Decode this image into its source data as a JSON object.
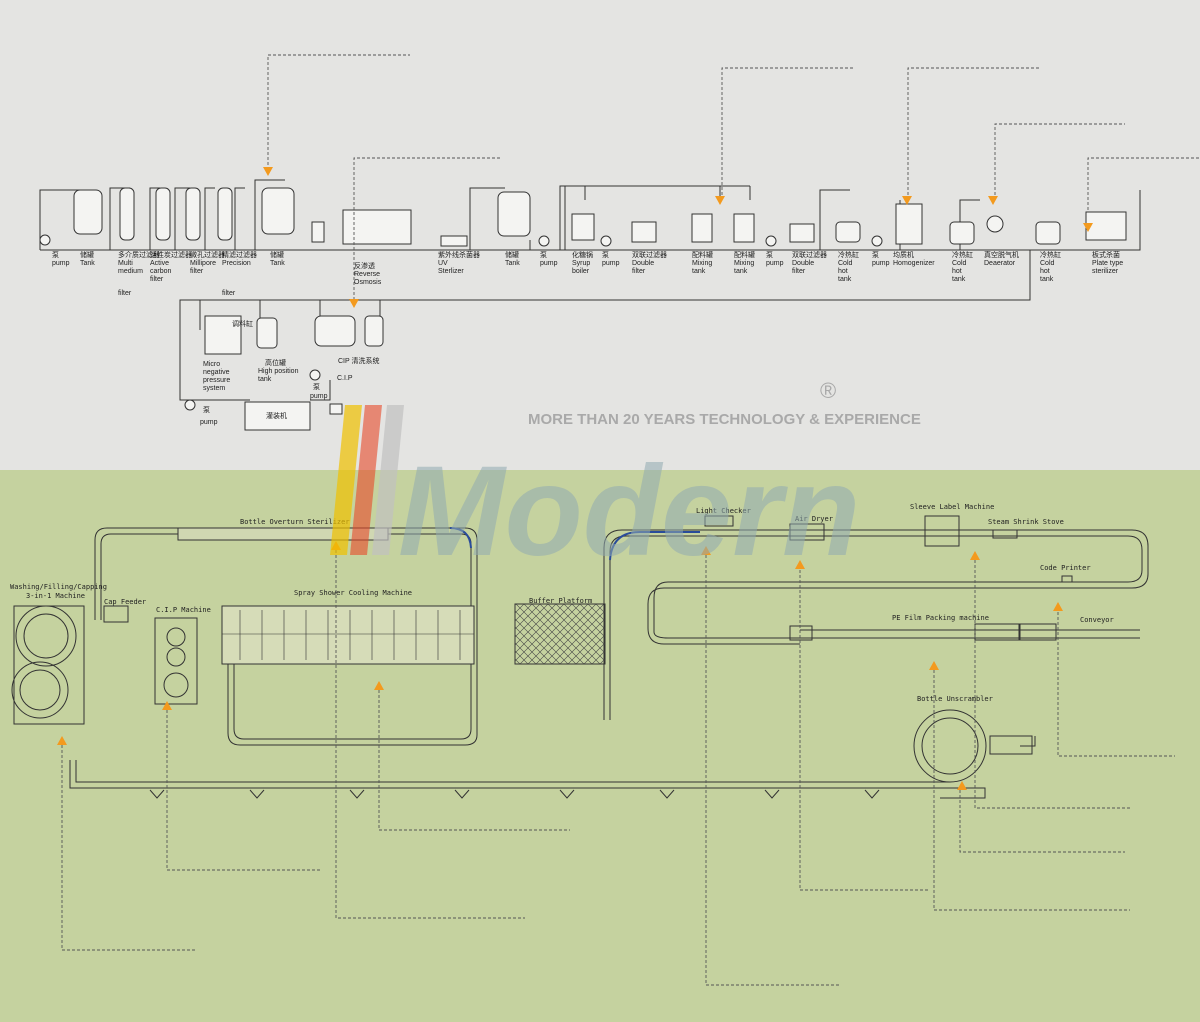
{
  "top_equipment": [
    {
      "id": "pump1",
      "lines": [
        "泵",
        "pump"
      ]
    },
    {
      "id": "tank1",
      "lines": [
        "储罐",
        "Tank"
      ]
    },
    {
      "id": "multi-filter",
      "lines": [
        "多介质过滤器",
        "Multi",
        "medium",
        "filter"
      ]
    },
    {
      "id": "carbon-filter",
      "lines": [
        "活性炭过滤器",
        "Active",
        "carbon",
        "filter"
      ]
    },
    {
      "id": "millipore-filter",
      "lines": [
        "微孔过滤器",
        "Millipore",
        "filter"
      ]
    },
    {
      "id": "precision-filter",
      "lines": [
        "精滤过滤器",
        "Precision",
        "filter"
      ]
    },
    {
      "id": "tank2",
      "lines": [
        "储罐",
        "Tank"
      ]
    },
    {
      "id": "reverse-osmosis",
      "lines": [
        "反渗透",
        "Reverse",
        "Osmosis"
      ]
    },
    {
      "id": "uv-sterilizer",
      "lines": [
        "紫外线杀菌器",
        "UV",
        "Sterlizer"
      ]
    },
    {
      "id": "tank3",
      "lines": [
        "储罐",
        "Tank"
      ]
    },
    {
      "id": "pump2",
      "lines": [
        "泵",
        "pump"
      ]
    },
    {
      "id": "syrup-boiler",
      "lines": [
        "化糖锅",
        "Syrup",
        "boiler"
      ]
    },
    {
      "id": "pump3",
      "lines": [
        "泵",
        "pump"
      ]
    },
    {
      "id": "double-filter1",
      "lines": [
        "双联过滤器",
        "Double",
        "filter"
      ]
    },
    {
      "id": "mixing-tank1",
      "lines": [
        "配料罐",
        "Mixing",
        "tank"
      ]
    },
    {
      "id": "mixing-tank2",
      "lines": [
        "配料罐",
        "Mixing",
        "tank"
      ]
    },
    {
      "id": "pump4",
      "lines": [
        "泵",
        "pump"
      ]
    },
    {
      "id": "double-filter2",
      "lines": [
        "双联过滤器",
        "Double",
        "filter"
      ]
    },
    {
      "id": "cold-hot-tank1",
      "lines": [
        "冷热缸",
        "Cold",
        "hot",
        "tank"
      ]
    },
    {
      "id": "pump5",
      "lines": [
        "泵",
        "pump"
      ]
    },
    {
      "id": "homogenizer",
      "lines": [
        "均质机",
        "Homogenizer"
      ]
    },
    {
      "id": "cold-hot-tank2",
      "lines": [
        "冷热缸",
        "Cold",
        "hot",
        "tank"
      ]
    },
    {
      "id": "deaerator",
      "lines": [
        "真空脱气机",
        "Deaerator"
      ]
    },
    {
      "id": "cold-hot-tank3",
      "lines": [
        "冷热缸",
        "Cold",
        "hot",
        "tank"
      ]
    },
    {
      "id": "plate-sterilizer",
      "lines": [
        "板式杀菌",
        "Plate type",
        "sterilizer"
      ]
    }
  ],
  "sub_equipment": {
    "material_tank": "调料缸",
    "micro_negative": [
      "Micro",
      "negative",
      "pressure",
      "system"
    ],
    "high_tank_cn": "高位罐",
    "high_tank": [
      "High position",
      "tank"
    ],
    "cip": "CIP 清洗系统",
    "cip_short": "C.I.P",
    "pump_cn": "泵",
    "pump": "pump",
    "filler_cn": "灌装机"
  },
  "bottom_labels": {
    "washing_filling": "Washing/Filling/Capping",
    "three_in_one": "3-in-1 Machine",
    "cap_feeder": "Cap Feeder",
    "cip_machine": "C.I.P Machine",
    "bottle_overturn": "Bottle Overturn Sterilizer",
    "spray_shower": "Spray Shower Cooling Machine",
    "buffer": "Buffer Platform",
    "light_checker": "Light Checker",
    "air_dryer": "Air Dryer",
    "sleeve_label": "Sleeve Label Machine",
    "steam_shrink": "Steam Shrink Stove",
    "code_printer": "Code Printer",
    "pe_film": "PE Film Packing machine",
    "conveyor": "Conveyor",
    "unscrambler": "Bottle Unscrambler"
  },
  "branding": {
    "slogan": "MORE THAN 20 YEARS TECHNOLOGY & EXPERIENCE",
    "name": "Modern",
    "registered": "®"
  },
  "colors": {
    "arrow": "#f39a1e",
    "line": "#333333",
    "top_bg": "#e4e4e2",
    "bottom_bg": "#c5d29f",
    "conveyor_blue": "#2a4c9a"
  }
}
